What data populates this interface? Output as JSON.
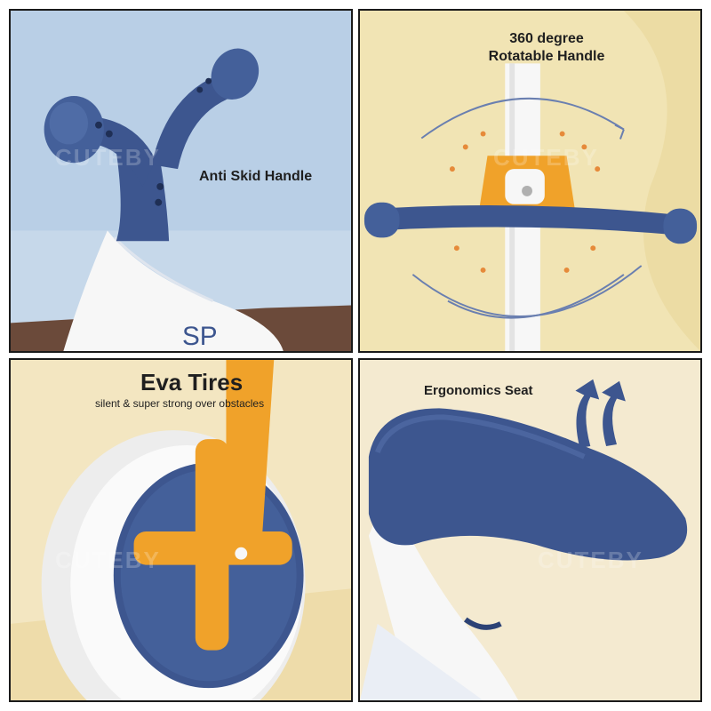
{
  "watermark": "CUTEBY",
  "panels": {
    "handle": {
      "label": "Anti Skid Handle",
      "frame_text": "SP"
    },
    "rotatable": {
      "label_line1": "360 degree",
      "label_line2": "Rotatable Handle"
    },
    "tires": {
      "title": "Eva Tires",
      "subtitle": "silent & super strong over obstacles"
    },
    "seat": {
      "label": "Ergonomics Seat"
    }
  },
  "colors": {
    "navy": "#3d568f",
    "navy_dark": "#2c4275",
    "orange": "#f0a22a",
    "white_part": "#f7f7f7",
    "sky": "#b9cfe6",
    "sand": "#f1e4b4"
  },
  "icons": [
    "up-arrows-icon",
    "rotation-arrows-icon"
  ]
}
